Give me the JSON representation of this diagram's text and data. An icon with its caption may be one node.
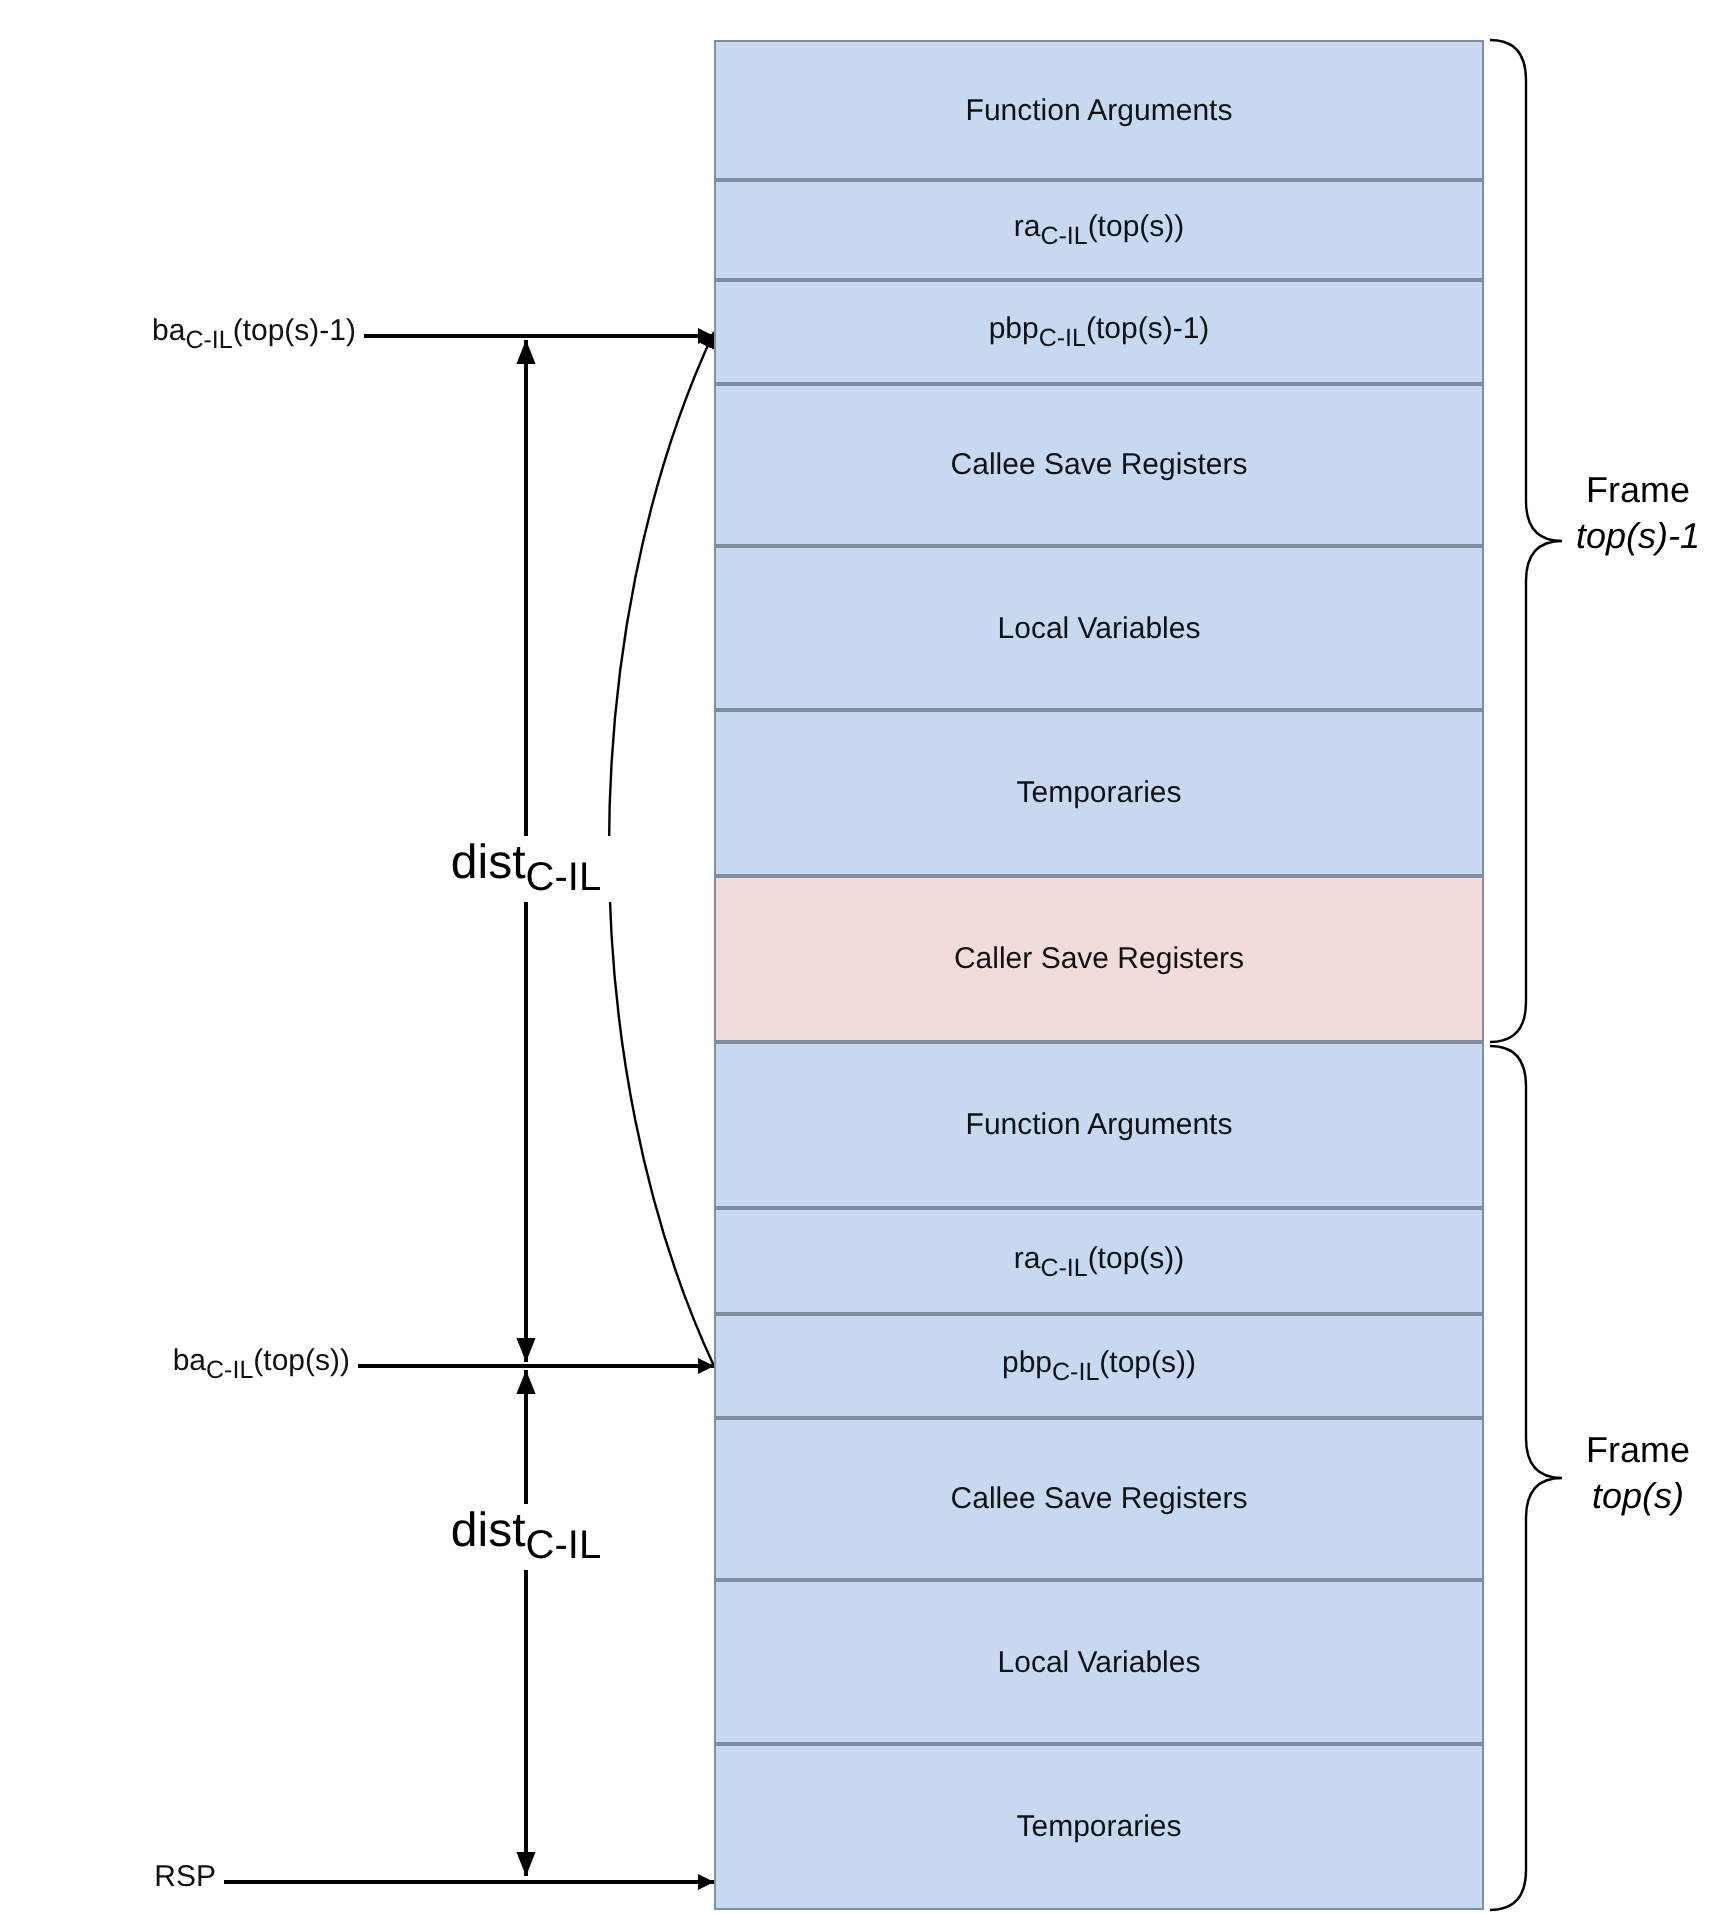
{
  "diagram": {
    "nodes": [
      {
        "text": [
          "Function Arguments"
        ]
      },
      {
        "text": [
          "ra$_{C-IL}$(top(s))"
        ]
      },
      {
        "text": [
          "pbp$_{C-IL}$(top(s)-1)"
        ]
      },
      {
        "text": [
          "Callee Save Registers"
        ]
      },
      {
        "text": [
          "Local Variables"
        ]
      },
      {
        "text": [
          "Temporaries"
        ]
      },
      {
        "text": [
          "Caller Save Registers"
        ]
      },
      {
        "text": [
          "Function Arguments"
        ]
      },
      {
        "text": [
          "ra$_{C-IL}$(top(s))"
        ]
      },
      {
        "text": [
          "pbp$_{C-IL}$(top(s))"
        ]
      },
      {
        "text": [
          "Callee Save Registers"
        ]
      },
      {
        "text": [
          "Local Variables"
        ]
      },
      {
        "text": [
          "Temporaries"
        ]
      },
      {
        "text": [
          "ba$_{C-IL}$(top(s)-1)"
        ]
      },
      {
        "text": [
          "ba$_{C-IL}$(top(s))"
        ]
      },
      {
        "text": [
          "RSP"
        ]
      }
    ],
    "edges": [
      {
        "from": 13,
        "to": 2,
        "arrow": "to"
      },
      {
        "from": 14,
        "to": 9,
        "arrow": "to"
      },
      {
        "from": 15,
        "to": 12,
        "arrow": "to"
      },
      {
        "from": 9,
        "to": 2,
        "arrow": "to"
      }
    ],
    "labels": [
      "Frame *top(s)-1*",
      "dist$_{C-IL}$",
      "Frame *top(s)*",
      "dist$_{C-IL}$"
    ]
  }
}
